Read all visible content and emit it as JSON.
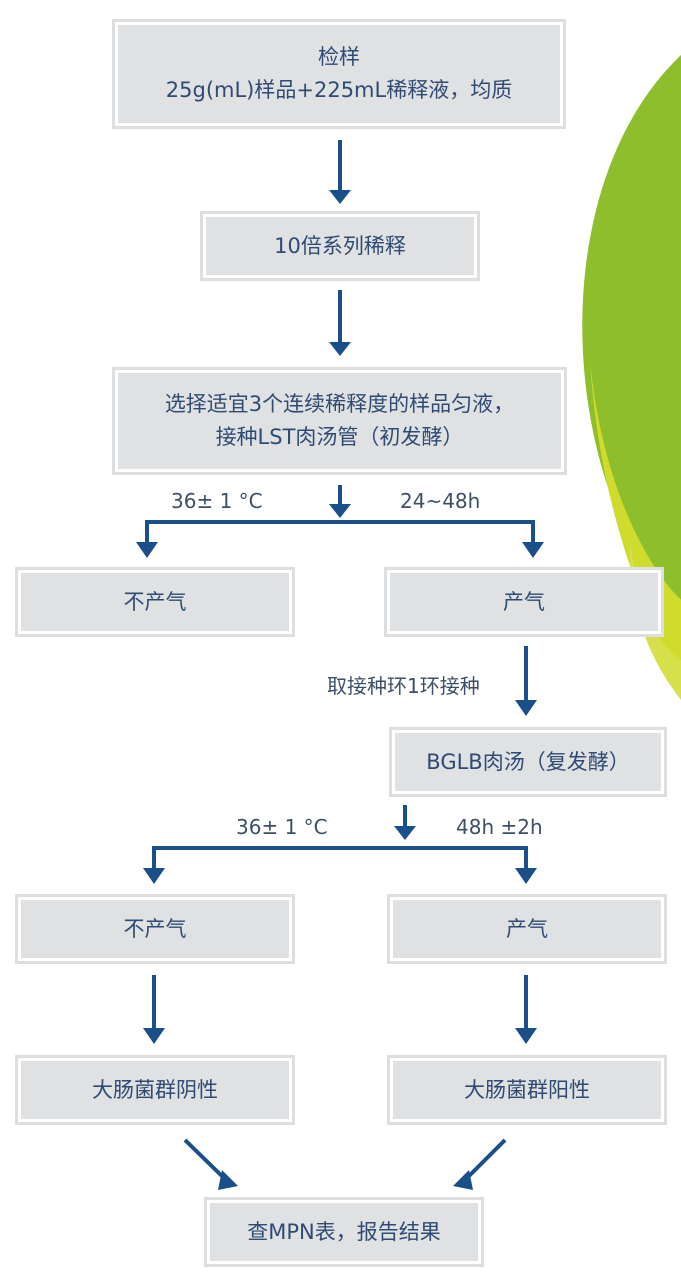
{
  "colors": {
    "box_fill": "#dfe1e3",
    "arrow": "#1b4f8a",
    "text": "#2f4b73",
    "leaf_green": "#8fbe2c",
    "leaf_yellow": "#cfdc2e"
  },
  "steps": {
    "sample_title": "检样",
    "sample_desc": "25g(mL)样品+225mL稀释液，均质",
    "dilution": "10倍系列稀释",
    "inoculate_line1": "选择适宜3个连续稀释度的样品匀液，",
    "inoculate_line2": "接种LST肉汤管（初发酵）",
    "lst_no_gas": "不产气",
    "lst_gas": "产气",
    "transfer": "取接种环1环接种",
    "bglb": "BGLB肉汤（复发酵）",
    "bglb_no_gas": "不产气",
    "bglb_gas": "产气",
    "negative": "大肠菌群阴性",
    "positive": "大肠菌群阳性",
    "report": "查MPN表，报告结果"
  },
  "conditions": {
    "lst_temp": "36± 1 °C",
    "lst_time": "24~48h",
    "bglb_temp": "36± 1 °C",
    "bglb_time": "48h ±2h"
  }
}
